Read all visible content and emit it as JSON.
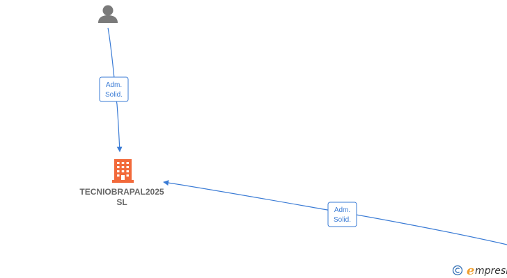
{
  "colors": {
    "edge": "#3a7bd5",
    "person_icon": "#7a7a7a",
    "company_icon": "#f26a3b",
    "node_label": "#666666",
    "watermark_c": "#2f6db3",
    "watermark_e": "#f0a030",
    "watermark_text": "#333333"
  },
  "nodes": {
    "person": {
      "icon": "person-icon"
    },
    "company": {
      "icon": "building-icon",
      "label_line1": "TECNIOBRAPAL2025",
      "label_line2": "SL"
    }
  },
  "edges": {
    "top": {
      "label_line1": "Adm.",
      "label_line2": "Solid."
    },
    "right": {
      "label_line1": "Adm.",
      "label_line2": "Solid."
    }
  },
  "watermark": {
    "copyright": "©",
    "brand_initial": "e",
    "brand_rest": "mpresia"
  }
}
